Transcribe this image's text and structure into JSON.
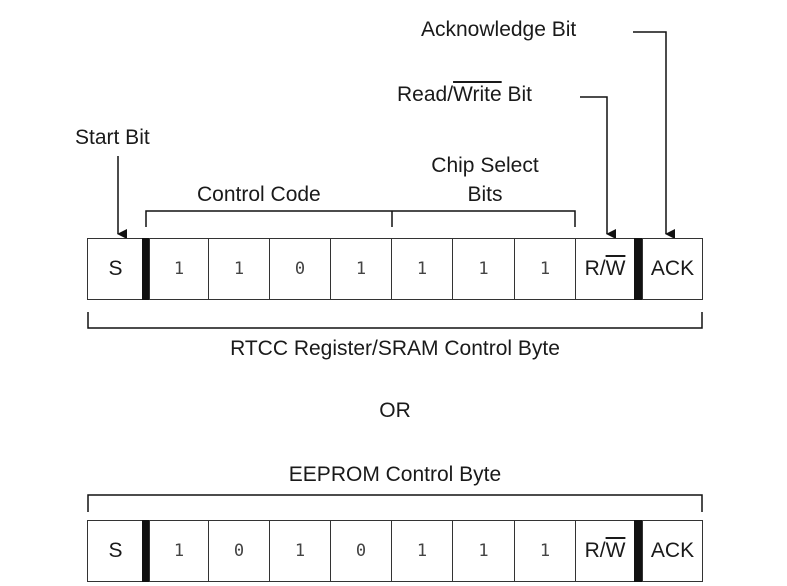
{
  "labels": {
    "ack_bit": "Acknowledge Bit",
    "rw_bit_read": "Read/",
    "rw_bit_write": "Write",
    "rw_bit_suffix": " Bit",
    "start_bit": "Start Bit",
    "chip_select_line1": "Chip Select",
    "chip_select_line2": "Bits",
    "control_code": "Control Code",
    "rtcc_byte": "RTCC Register/SRAM Control Byte",
    "or": "OR",
    "eeprom_byte": "EEPROM Control Byte"
  },
  "rtcc_row": {
    "start": "S",
    "bits": [
      "1",
      "1",
      "0",
      "1",
      "1",
      "1",
      "1"
    ],
    "rw_r": "R/",
    "rw_w": "W",
    "ack": "ACK"
  },
  "eeprom_row": {
    "start": "S",
    "bits": [
      "1",
      "0",
      "1",
      "0",
      "1",
      "1",
      "1"
    ],
    "rw_r": "R/",
    "rw_w": "W",
    "ack": "ACK"
  }
}
